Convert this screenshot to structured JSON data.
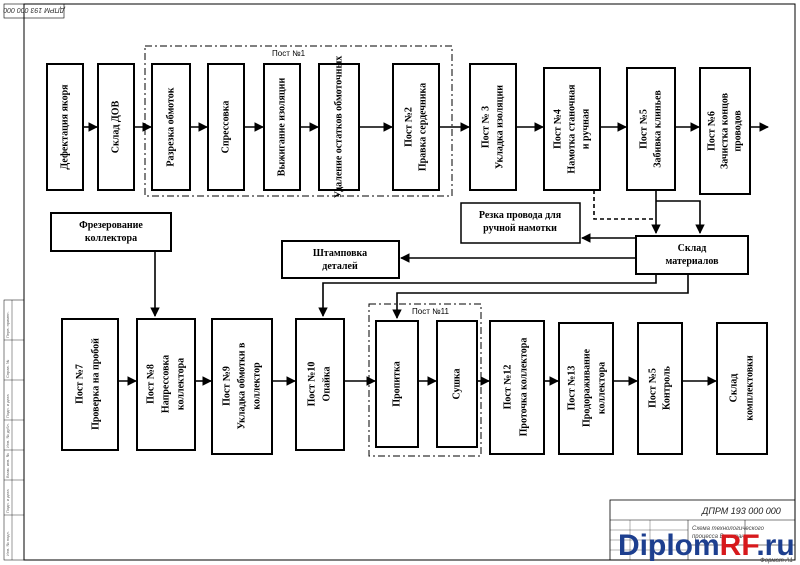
{
  "corner_stamp": "ДПРМ 193 000 000",
  "title_block": {
    "code": "ДПРМ 193 000 000",
    "desc_line1": "Схема технологического",
    "desc_line2": "процесса Восстан.",
    "format": "Формат А1"
  },
  "side_labels": [
    "Перв. примен.",
    "Справ. №",
    "Подп. и дата",
    "Инв. № дубл.",
    "Взам. инв. №",
    "Подп. и дата",
    "Инв. № подл."
  ],
  "watermark": {
    "part1": "Diplom",
    "part2": "RF",
    "part3": ".ru"
  },
  "groups": {
    "post1": "Пост №1",
    "post11": "Пост №11"
  },
  "boxes": {
    "defect": "Дефектация якоря",
    "dov": "Склад ДОВ",
    "cut": "Разрезка обмоток",
    "press": "Спрессовка",
    "burn": "Выжигание изоляции",
    "remove": "Удаление остатков обмоточных",
    "post2_l1": "Пост №2",
    "post2_l2": "Правка сердечника",
    "post3_l1": "Пост № 3",
    "post3_l2": "Укладка изоляции",
    "post4_l1": "Пост №4",
    "post4_l2": "Намотка станочная",
    "post4_l3": "и ручная",
    "post5_l1": "Пост №5",
    "post5_l2": "Забивка клиньев",
    "post6_l1": "Пост №6",
    "post6_l2": "Зачистка концов",
    "post6_l3": "проводов",
    "wire_l1": "Резка провода для",
    "wire_l2": "ручной намотки",
    "mat_l1": "Склад",
    "mat_l2": "материалов",
    "stamp_l1": "Штамповка",
    "stamp_l2": "деталей",
    "mill_l1": "Фрезерование",
    "mill_l2": "коллектора",
    "post7_l1": "Пост №7",
    "post7_l2": "Проверка на пробой",
    "post8_l1": "Пост №8",
    "post8_l2": "Напрессовка",
    "post8_l3": "коллектора",
    "post9_l1": "Пост №9",
    "post9_l2": "Укладка обмотки в",
    "post9_l3": "коллектор",
    "post10_l1": "Пост №10",
    "post10_l2": "Опайка",
    "impreg": "Пропитка",
    "dry": "Сушка",
    "post12_l1": "Пост №12",
    "post12_l2": "Проточка коллектора",
    "post13_l1": "Пост №13",
    "post13_l2": "Продораживание",
    "post13_l3": "коллектора",
    "post5b_l1": "Пост №5",
    "post5b_l2": "Контроль",
    "kit_l1": "Склад",
    "kit_l2": "комплектовки"
  }
}
